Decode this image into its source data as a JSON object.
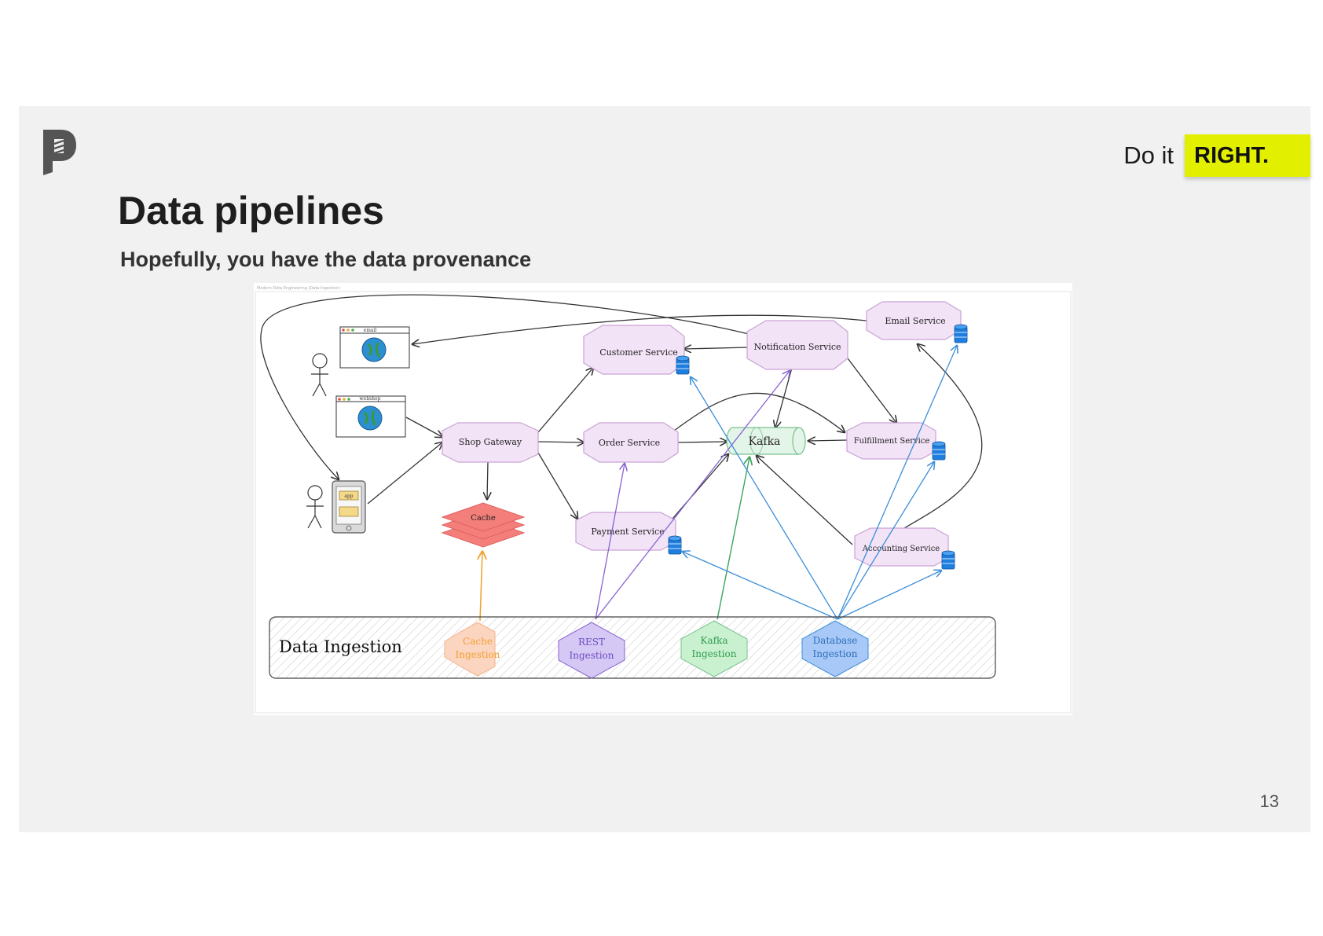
{
  "slide": {
    "title": "Data pipelines",
    "subtitle": "Hopefully, you have the data provenance",
    "tagline_do": "Do it",
    "tagline_right": "RIGHT.",
    "page_number": "13",
    "accent_color": "#e2f000"
  },
  "diagram": {
    "caption": "Modern Data Engineering (Data Ingestion)",
    "clients": {
      "email_window": "email",
      "webshop_window": "webshop",
      "app_label": "app"
    },
    "services": {
      "customer": "Customer Service",
      "notification": "Notification Service",
      "email": "Email Service",
      "shop_gateway": "Shop Gateway",
      "order": "Order Service",
      "fulfillment": "Fulfillment Service",
      "payment": "Payment Service",
      "accounting": "Accounting Service",
      "cache": "Cache",
      "kafka": "Kafka"
    },
    "ingestion": {
      "title": "Data Ingestion",
      "cache_line1": "Cache",
      "cache_line2": "Ingestion",
      "rest_line1": "REST",
      "rest_line2": "Ingestion",
      "kafka_line1": "Kafka",
      "kafka_line2": "Ingestion",
      "database_line1": "Database",
      "database_line2": "Ingestion"
    },
    "colors": {
      "service_fill": "#f3e3f7",
      "service_stroke": "#c9a3d6",
      "cache_fill": "#f47f7a",
      "kafka_fill": "#e3f5e8",
      "cache_ingestion": "#f0a030",
      "rest_ingestion": "#8a63d2",
      "kafka_ingestion": "#3aa55b",
      "database_ingestion": "#3d8fd8"
    }
  }
}
